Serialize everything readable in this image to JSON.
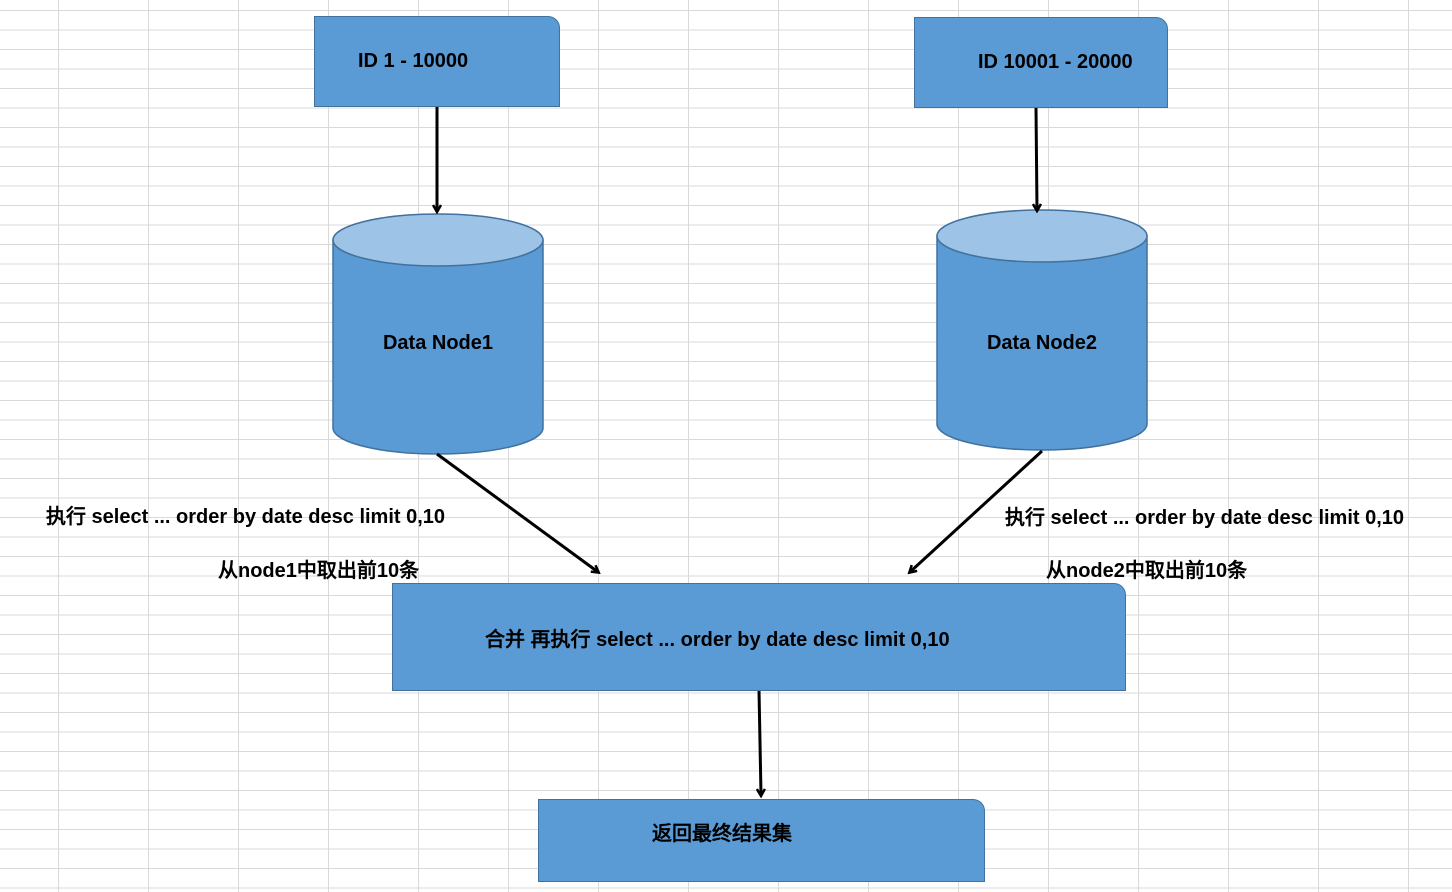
{
  "boxes": {
    "range1": "ID  1 - 10000",
    "range2": "ID  10001 - 20000",
    "merge": "合并  再执行 select ... order  by  date  desc  limit  0,10",
    "result": "返回最终结果集"
  },
  "nodes": {
    "node1": "Data  Node1",
    "node2": "Data  Node2"
  },
  "annotations": {
    "left_query": "执行 select ... order by date desc  limit 0,10",
    "right_query": "执行 select ... order by date desc  limit 0,10",
    "left_take": "从node1中取出前10条",
    "right_take": "从node2中取出前10条"
  },
  "colors": {
    "box_fill": "#5b9bd5",
    "box_border": "#41719c",
    "cylinder_top": "#9dc3e6",
    "arrow": "#000000",
    "grid": "#d9d9d9"
  }
}
